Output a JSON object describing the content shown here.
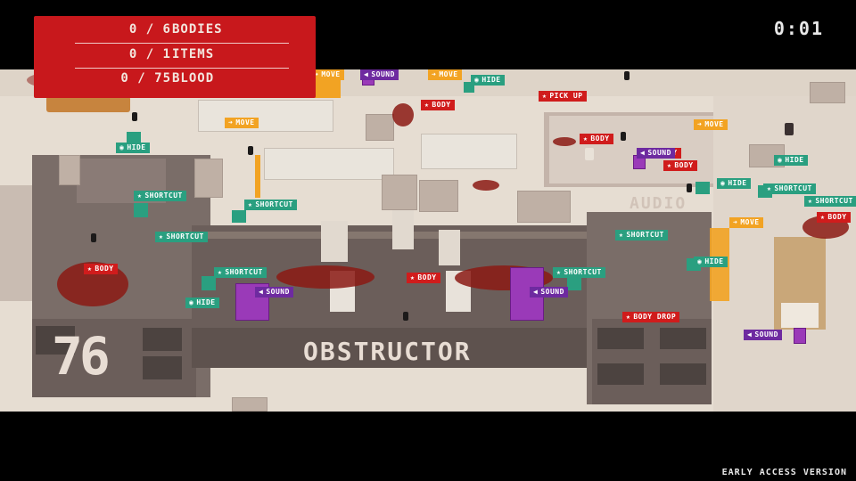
{
  "hud": {
    "rows": [
      {
        "count": "0 / 6",
        "label": "BODIES"
      },
      {
        "count": "0 / 1",
        "label": "ITEMS"
      },
      {
        "count": "0 / 75",
        "label": "BLOOD"
      }
    ]
  },
  "timer": "0:01",
  "footer": "EARLY ACCESS VERSION",
  "map": {
    "title": "OBSTRUCTOR",
    "number": "76",
    "faded_sign": "AUDIO"
  },
  "tags": {
    "body": "BODY",
    "shortcut": "SHORTCUT",
    "hide": "HIDE",
    "move": "MOVE",
    "sound": "SOUND",
    "pick_up": "PICK UP",
    "body_drop": "BODY DROP"
  },
  "colors": {
    "hud_red": "#c8181c",
    "body_tag": "#d01c1c",
    "shortcut_tag": "#2a9f80",
    "move_tag": "#f2a323",
    "sound_tag": "#6e2aa0"
  },
  "icons": {
    "body": "star-icon",
    "shortcut": "star-icon",
    "hide": "eye-icon",
    "move": "arrow-icon",
    "sound": "speaker-icon"
  }
}
